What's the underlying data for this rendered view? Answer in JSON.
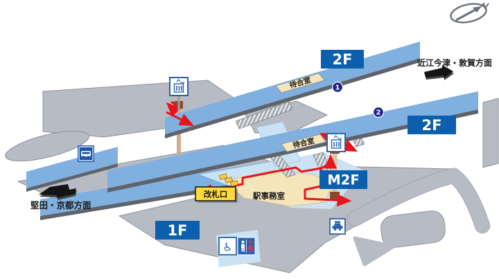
{
  "station_map": {
    "floor_labels": {
      "f2_upper": "2F",
      "f2_lower": "2F",
      "m2f": "M2F",
      "f1": "1F"
    },
    "directions": {
      "north_label": "近江今津・敦賀方面",
      "south_label": "堅田・京都方面"
    },
    "facilities": {
      "waiting_room_upper": "待合室",
      "waiting_room_lower": "待合室",
      "ticket_gate": "改札口",
      "station_office": "駅事務室"
    },
    "track_badges": {
      "track1": "1",
      "track2": "2"
    },
    "icons": {
      "compass": "compass-north-icon",
      "elevator_upper": "elevator-icon",
      "elevator_lower": "elevator-icon",
      "bus_stop": "bus-stop-icon",
      "taxi_stand": "taxi-stand-icon",
      "accessible_toilet": "accessible-toilet-icon",
      "accessible_glyph": "♿",
      "restroom": "restroom-icon"
    },
    "colors": {
      "floor_label_bg": "#0b5fad",
      "platform_blue": "#7fb0df",
      "concourse_light_blue": "#c9e3f4",
      "room_beige": "#f5e5bb",
      "gate_yellow": "#ffd83c",
      "route_red": "#e8131d",
      "ground_gray": "#b7bbc3",
      "track_badge_navy": "#23238f"
    }
  }
}
